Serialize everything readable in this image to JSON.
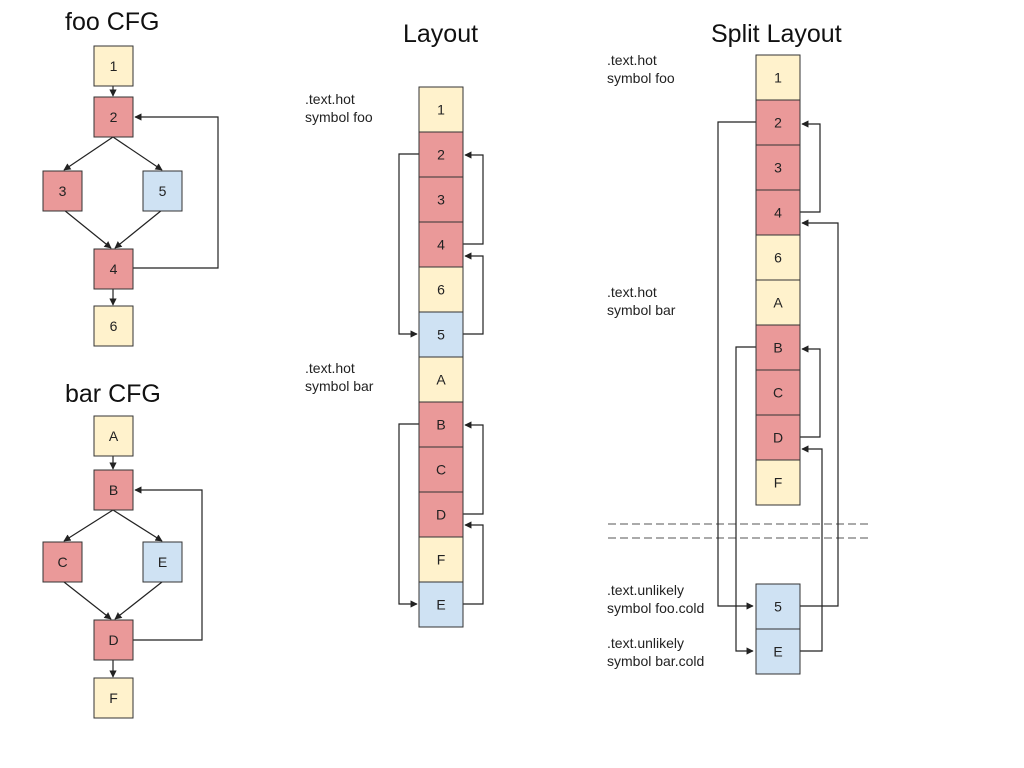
{
  "colors": {
    "yellow": "#fff2cc",
    "red": "#ea9999",
    "blue": "#cfe2f3",
    "stroke": "#333333"
  },
  "titles": {
    "foo_cfg": "foo CFG",
    "bar_cfg": "bar CFG",
    "layout": "Layout",
    "split_layout": "Split Layout"
  },
  "foo_cfg": {
    "nodes": [
      {
        "id": "n1",
        "label": "1",
        "color": "yellow"
      },
      {
        "id": "n2",
        "label": "2",
        "color": "red"
      },
      {
        "id": "n3",
        "label": "3",
        "color": "red"
      },
      {
        "id": "n5",
        "label": "5",
        "color": "blue"
      },
      {
        "id": "n4",
        "label": "4",
        "color": "red"
      },
      {
        "id": "n6",
        "label": "6",
        "color": "yellow"
      }
    ]
  },
  "bar_cfg": {
    "nodes": [
      {
        "id": "nA",
        "label": "A",
        "color": "yellow"
      },
      {
        "id": "nB",
        "label": "B",
        "color": "red"
      },
      {
        "id": "nC",
        "label": "C",
        "color": "red"
      },
      {
        "id": "nE",
        "label": "E",
        "color": "blue"
      },
      {
        "id": "nD",
        "label": "D",
        "color": "red"
      },
      {
        "id": "nF",
        "label": "F",
        "color": "yellow"
      }
    ]
  },
  "layout": {
    "notes": {
      "foo_l1": ".text.hot",
      "foo_l2": "symbol foo",
      "bar_l1": ".text.hot",
      "bar_l2": "symbol bar"
    },
    "blocks": [
      {
        "label": "1",
        "color": "yellow"
      },
      {
        "label": "2",
        "color": "red"
      },
      {
        "label": "3",
        "color": "red"
      },
      {
        "label": "4",
        "color": "red"
      },
      {
        "label": "6",
        "color": "yellow"
      },
      {
        "label": "5",
        "color": "blue"
      },
      {
        "label": "A",
        "color": "yellow"
      },
      {
        "label": "B",
        "color": "red"
      },
      {
        "label": "C",
        "color": "red"
      },
      {
        "label": "D",
        "color": "red"
      },
      {
        "label": "F",
        "color": "yellow"
      },
      {
        "label": "E",
        "color": "blue"
      }
    ]
  },
  "split_layout": {
    "notes": {
      "foo_l1": ".text.hot",
      "foo_l2": "symbol foo",
      "bar_l1": ".text.hot",
      "bar_l2": "symbol bar",
      "foo_cold_l1": ".text.unlikely",
      "foo_cold_l2": "symbol foo.cold",
      "bar_cold_l1": ".text.unlikely",
      "bar_cold_l2": "symbol bar.cold"
    },
    "hot_blocks": [
      {
        "label": "1",
        "color": "yellow"
      },
      {
        "label": "2",
        "color": "red"
      },
      {
        "label": "3",
        "color": "red"
      },
      {
        "label": "4",
        "color": "red"
      },
      {
        "label": "6",
        "color": "yellow"
      },
      {
        "label": "A",
        "color": "yellow"
      },
      {
        "label": "B",
        "color": "red"
      },
      {
        "label": "C",
        "color": "red"
      },
      {
        "label": "D",
        "color": "red"
      },
      {
        "label": "F",
        "color": "yellow"
      }
    ],
    "cold_blocks": [
      {
        "label": "5",
        "color": "blue"
      },
      {
        "label": "E",
        "color": "blue"
      }
    ]
  }
}
